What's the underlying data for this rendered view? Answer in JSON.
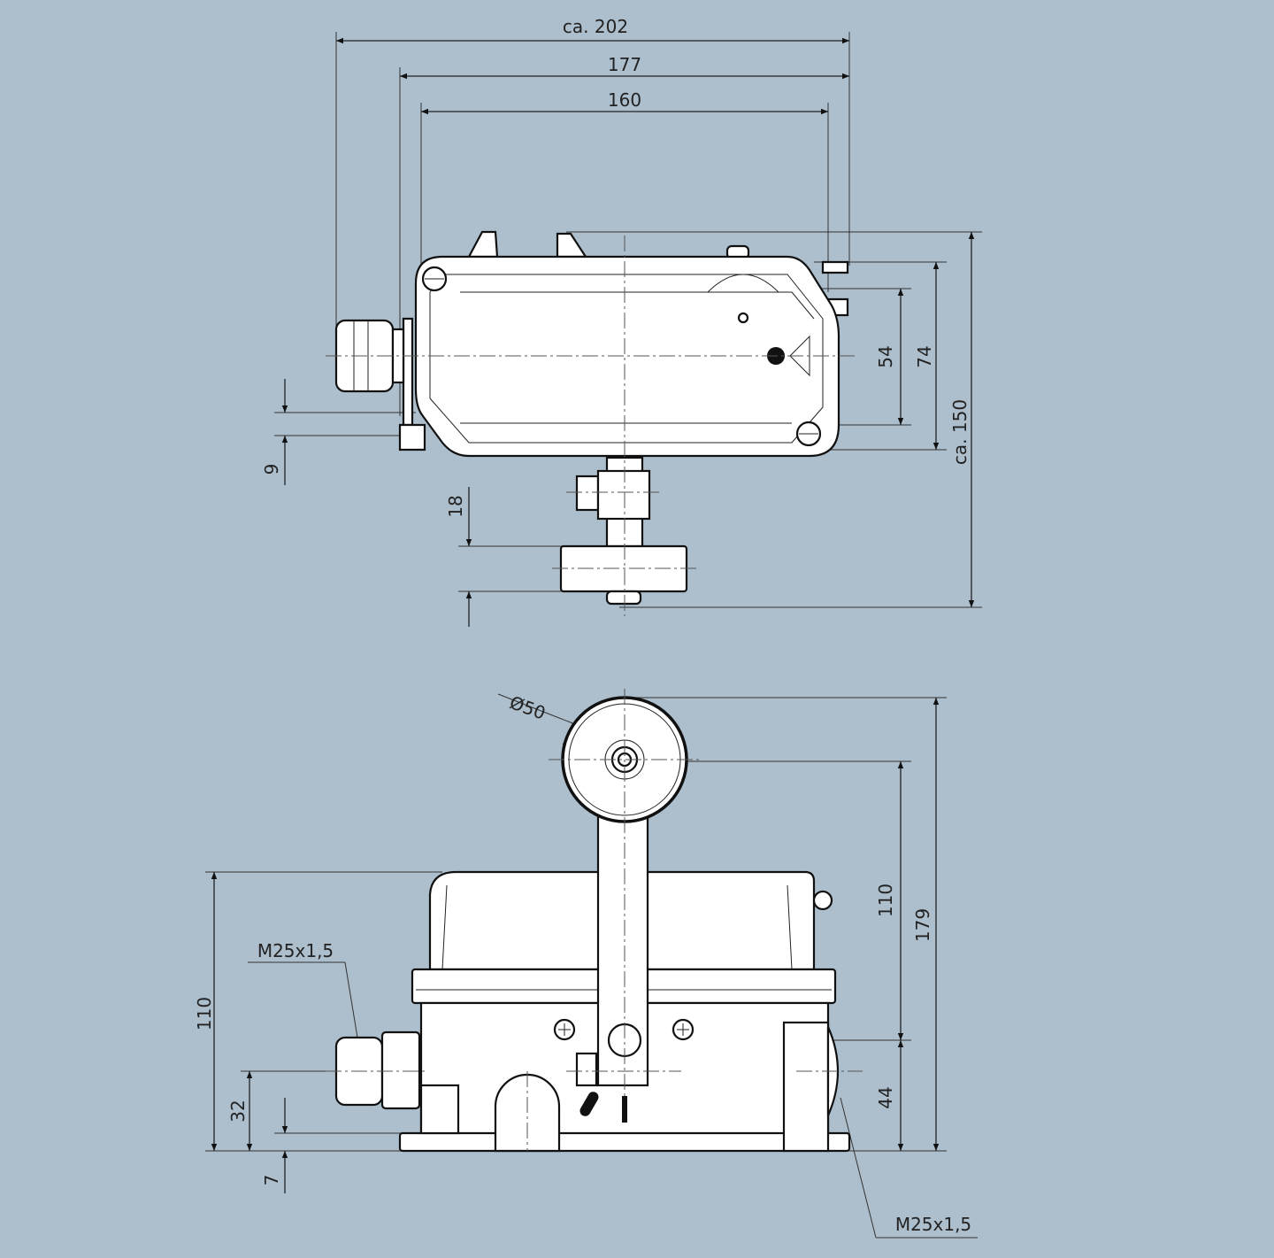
{
  "colors": {
    "background": "#adbfcd",
    "line": "#111111",
    "part_fill": "#ffffff"
  },
  "top_view": {
    "dimensions": {
      "overall_width": "ca. 202",
      "width_177": "177",
      "width_160": "160",
      "height_54": "54",
      "height_74": "74",
      "overall_height": "ca. 150",
      "offset_9": "9",
      "roller_width_18": "18"
    }
  },
  "front_view": {
    "dimensions": {
      "roller_diameter": "Ø50",
      "body_height_left": "110",
      "gland_height_32": "32",
      "base_7": "7",
      "lever_110": "110",
      "overall_179": "179",
      "gland_height_44": "44"
    },
    "thread_left": "M25x1,5",
    "thread_right": "M25x1,5"
  }
}
